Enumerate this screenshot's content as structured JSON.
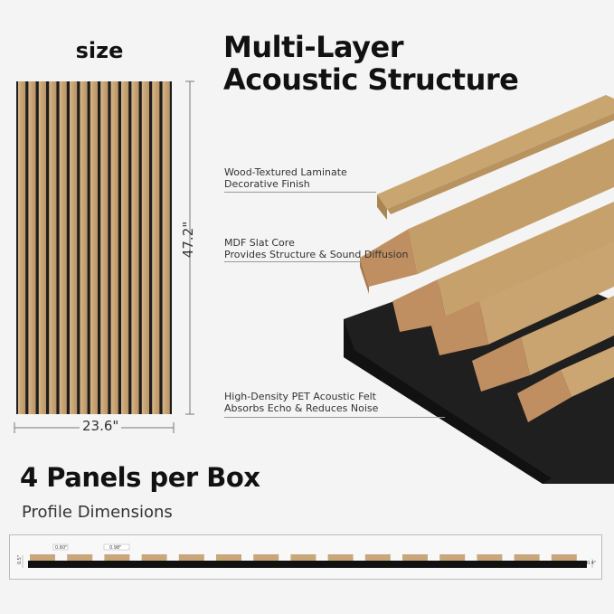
{
  "size_label": "size",
  "headline": {
    "line1": "Multi-Layer",
    "line2": "Acoustic Structure"
  },
  "dimensions": {
    "height": "47.2\"",
    "width": "23.6\""
  },
  "layers": [
    {
      "line1": "Wood-Textured Laminate",
      "line2": "Decorative Finish"
    },
    {
      "line1": "MDF Slat Core",
      "line2": "Provides Structure & Sound Diffusion"
    },
    {
      "line1": "High-Density PET Acoustic Felt",
      "line2": "Absorbs Echo & Reduces Noise"
    }
  ],
  "boxes_title": "4 Panels per Box",
  "profile": {
    "title": "Profile Dimensions",
    "gap_label": "0.60\"",
    "slat_label": "0.98\"",
    "left_label": "0.5\"",
    "right_label": "0.4\""
  },
  "colors": {
    "wood": "#c9a77a",
    "felt": "#1c1c1c",
    "text": "#111111"
  }
}
